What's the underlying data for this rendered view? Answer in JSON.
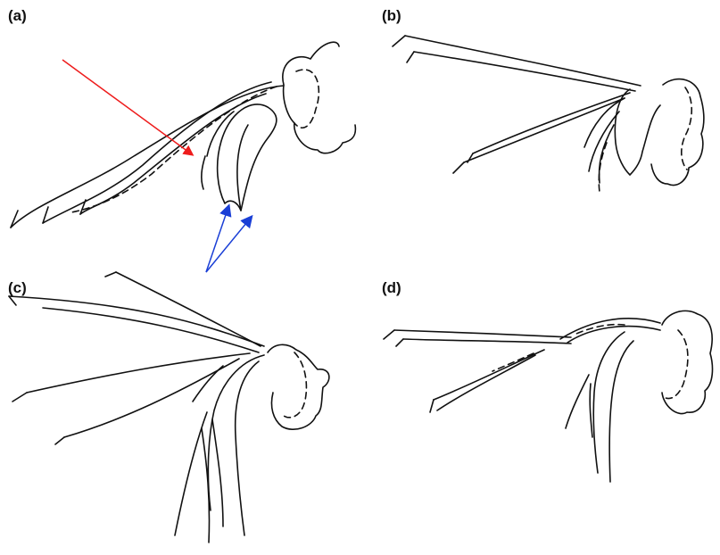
{
  "panels": {
    "a": {
      "label": "(a)"
    },
    "b": {
      "label": "(b)"
    },
    "c": {
      "label": "(c)"
    },
    "d": {
      "label": "(d)"
    }
  },
  "annotations": {
    "arrow_colors": {
      "single": "#ee1c1c",
      "pair": "#1a3fd6"
    }
  }
}
